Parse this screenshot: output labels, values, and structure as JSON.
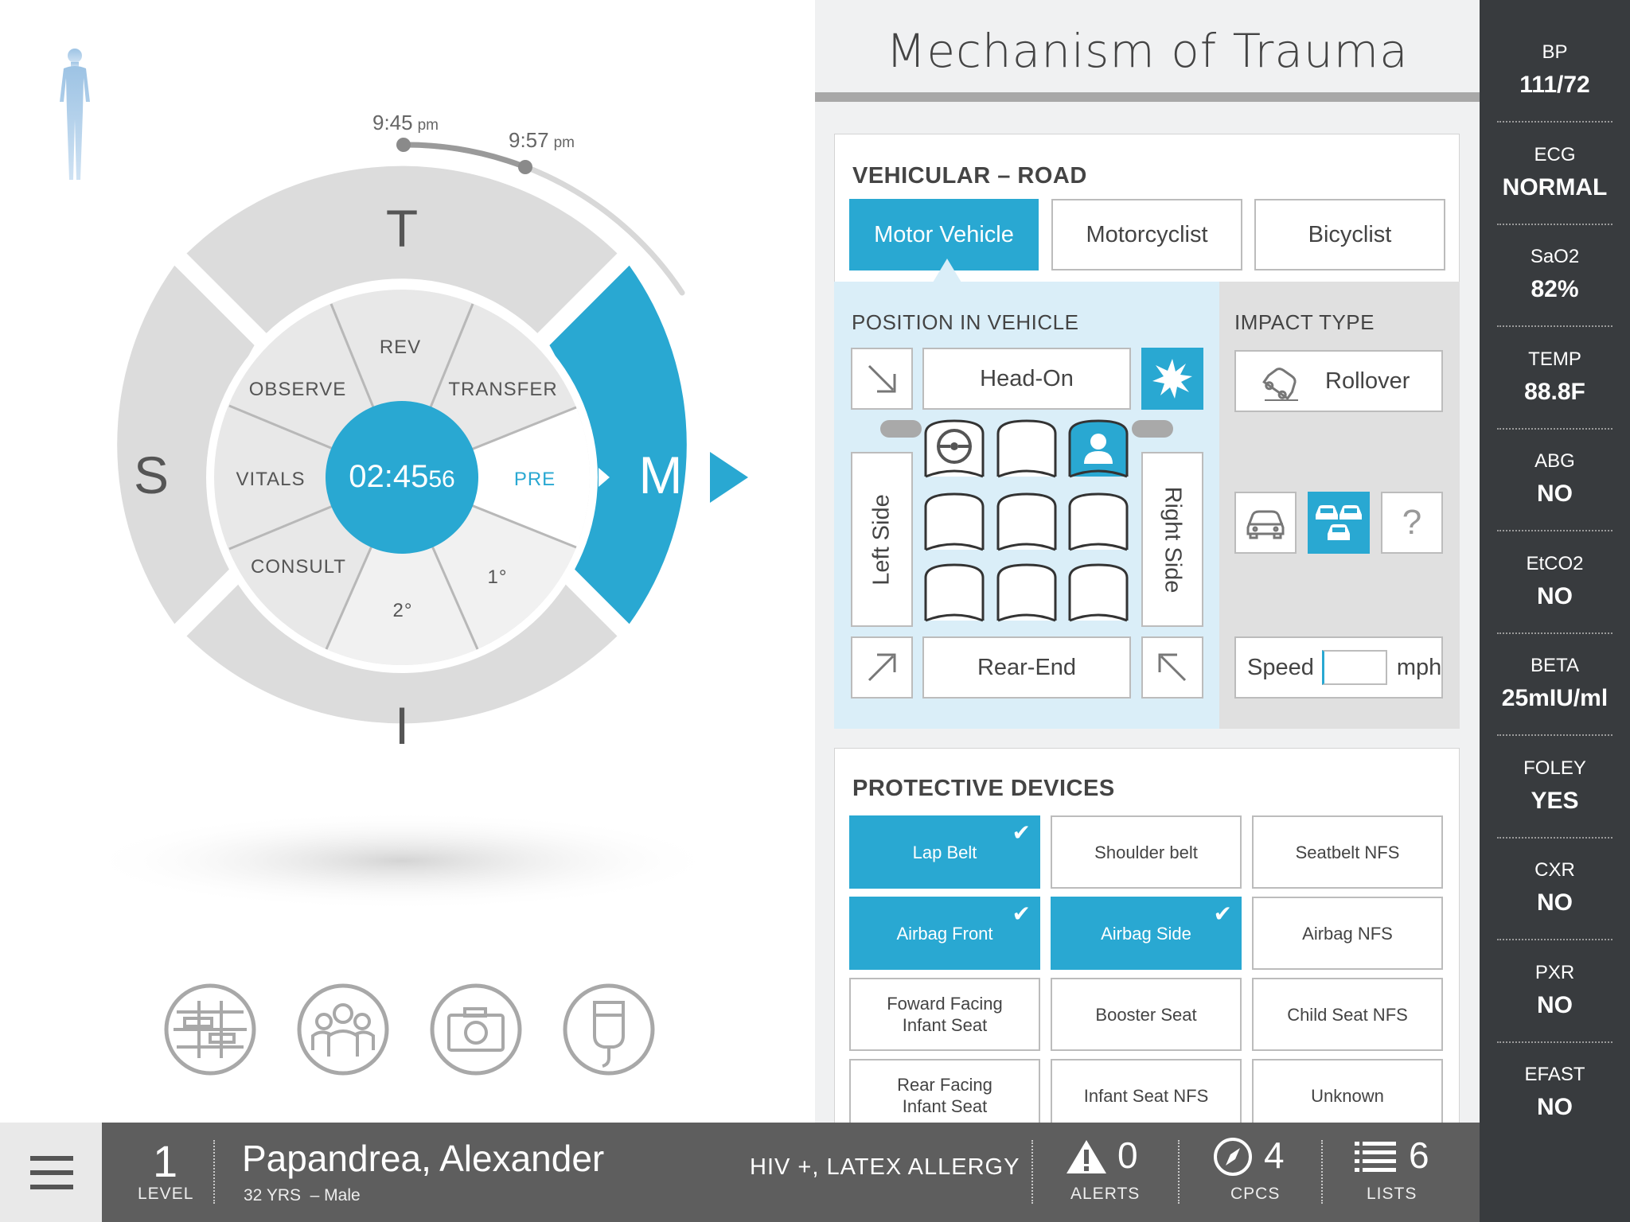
{
  "wheel": {
    "time_start": "9:45",
    "time_end": "9:57",
    "time_unit": "pm",
    "segments": {
      "T": "T",
      "S": "S",
      "M": "M",
      "I": "I"
    },
    "inner": {
      "rev": "REV",
      "observe": "OBSERVE",
      "transfer": "TRANSFER",
      "vitals": "VITALS",
      "pre": "PRE",
      "consult": "CONSULT",
      "primary": "1°",
      "secondary": "2°"
    },
    "timer_main": "02:45",
    "timer_sub": "56"
  },
  "mechanism": {
    "title": "Mechanism of Trauma",
    "vehicular_title": "VEHICULAR – ROAD",
    "vehicle_types": [
      {
        "label": "Motor Vehicle",
        "selected": true
      },
      {
        "label": "Motorcyclist",
        "selected": false
      },
      {
        "label": "Bicyclist",
        "selected": false
      }
    ],
    "position_title": "POSITION IN VEHICLE",
    "impact_title": "IMPACT TYPE",
    "head_on": "Head-On",
    "rear_end": "Rear-End",
    "left_side": "Left Side",
    "right_side": "Right Side",
    "rollover": "Rollover",
    "speed_label": "Speed",
    "speed_value": "",
    "speed_unit": "mph"
  },
  "protective": {
    "title": "PROTECTIVE DEVICES",
    "devices": [
      {
        "label": "Lap Belt",
        "selected": true
      },
      {
        "label": "Shoulder belt",
        "selected": false
      },
      {
        "label": "Seatbelt NFS",
        "selected": false
      },
      {
        "label": "Airbag Front",
        "selected": true
      },
      {
        "label": "Airbag Side",
        "selected": true
      },
      {
        "label": "Airbag NFS",
        "selected": false
      },
      {
        "label": "Foward Facing\nInfant Seat",
        "selected": false
      },
      {
        "label": "Booster Seat",
        "selected": false
      },
      {
        "label": "Child Seat NFS",
        "selected": false
      },
      {
        "label": "Rear Facing\nInfant Seat",
        "selected": false
      },
      {
        "label": "Infant Seat NFS",
        "selected": false
      },
      {
        "label": "Unknown",
        "selected": false
      }
    ]
  },
  "vitals": [
    {
      "label": "BP",
      "value": "111/72"
    },
    {
      "label": "ECG",
      "value": "NORMAL"
    },
    {
      "label": "SaO2",
      "value": "82%"
    },
    {
      "label": "TEMP",
      "value": "88.8F"
    },
    {
      "label": "ABG",
      "value": "NO"
    },
    {
      "label": "EtCO2",
      "value": "NO"
    },
    {
      "label": "BETA",
      "value": "25mIU/ml"
    },
    {
      "label": "FOLEY",
      "value": "YES"
    },
    {
      "label": "CXR",
      "value": "NO"
    },
    {
      "label": "PXR",
      "value": "NO"
    },
    {
      "label": "EFAST",
      "value": "NO"
    }
  ],
  "patient": {
    "level_value": "1",
    "level_label": "LEVEL",
    "name": "Papandrea, Alexander",
    "age": "32 YRS",
    "sex": "– Male",
    "alerts_text": "HIV +, LATEX ALLERGY",
    "alerts_count": "0",
    "alerts_label": "ALERTS",
    "cpcs_count": "4",
    "cpcs_label": "CPCS",
    "lists_count": "6",
    "lists_label": "LISTS"
  },
  "colors": {
    "accent": "#29a8d2",
    "segment_gray": "#dcdcdc",
    "vitals_bg": "#383b3e",
    "bar_bg": "#5e5e5e"
  }
}
